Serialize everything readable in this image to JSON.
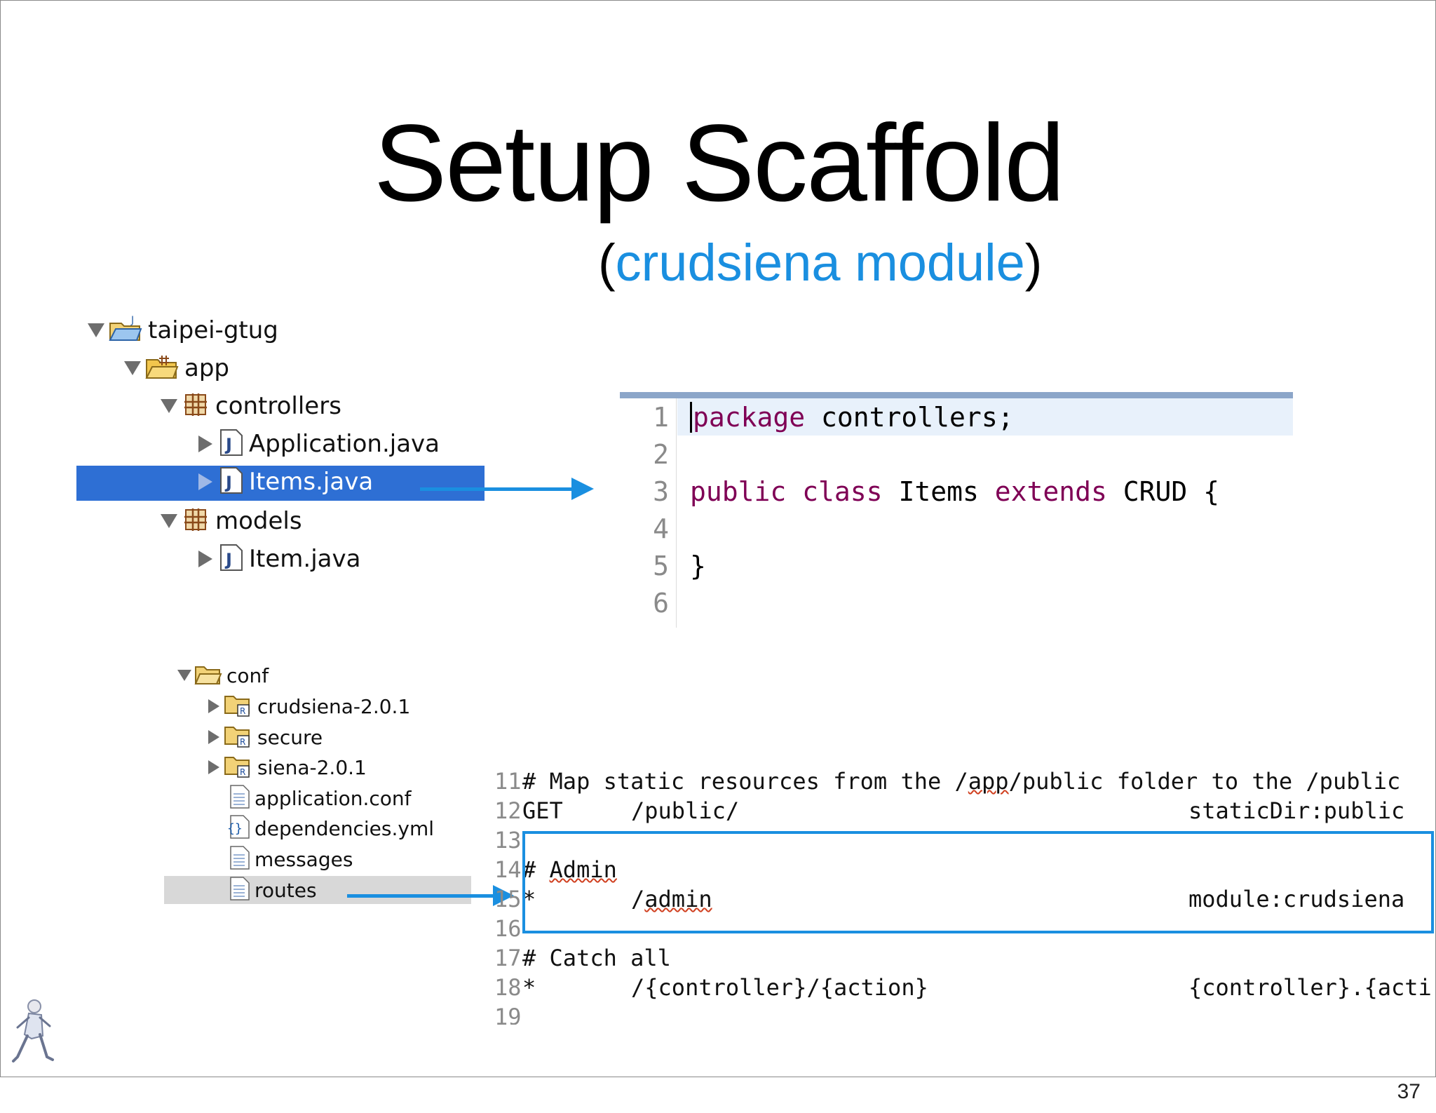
{
  "slide": {
    "title": "Setup Scaffold",
    "subtitle_open": "(",
    "subtitle_accent": "crudsiena module",
    "subtitle_close": ")",
    "page_number": "37",
    "accent_color": "#1a8fe0"
  },
  "project_tree": {
    "items": [
      {
        "label": "taipei-gtug",
        "icon": "project-folder-icon"
      },
      {
        "label": "app",
        "icon": "source-folder-icon"
      },
      {
        "label": "controllers",
        "icon": "package-icon"
      },
      {
        "label": "Application.java",
        "icon": "java-file-icon"
      },
      {
        "label": "Items.java",
        "icon": "java-file-icon",
        "selected": true
      },
      {
        "label": "models",
        "icon": "package-icon"
      },
      {
        "label": "Item.java",
        "icon": "java-file-icon"
      }
    ]
  },
  "conf_tree": {
    "items": [
      {
        "label": "conf",
        "icon": "folder-icon"
      },
      {
        "label": "crudsiena-2.0.1",
        "icon": "linked-folder-icon"
      },
      {
        "label": "secure",
        "icon": "linked-folder-icon"
      },
      {
        "label": "siena-2.0.1",
        "icon": "linked-folder-icon"
      },
      {
        "label": "application.conf",
        "icon": "text-file-icon"
      },
      {
        "label": "dependencies.yml",
        "icon": "yaml-file-icon"
      },
      {
        "label": "messages",
        "icon": "text-file-icon"
      },
      {
        "label": "routes",
        "icon": "text-file-icon",
        "selected": true
      }
    ]
  },
  "java_editor": {
    "lines": [
      {
        "num": "1",
        "kw1": "package",
        "rest": " controllers;"
      },
      {
        "num": "2"
      },
      {
        "num": "3",
        "kw1": "public",
        "kw2": "class",
        "mid": " Items ",
        "kw3": "extends",
        "rest": " CRUD {"
      },
      {
        "num": "4"
      },
      {
        "num": "5",
        "rest": "}"
      },
      {
        "num": "6"
      }
    ]
  },
  "routes_editor": {
    "lines": [
      {
        "num": "11",
        "text": "# Map static resources from the /",
        "squig": "app",
        "text2": "/public folder to the /public"
      },
      {
        "num": "12",
        "c1": "GET",
        "c2": "/public/",
        "c3": "staticDir:public"
      },
      {
        "num": "13"
      },
      {
        "num": "14",
        "pre": "# ",
        "squig": "Admin"
      },
      {
        "num": "15",
        "c1": "*",
        "c2pre": "/",
        "squig": "admin",
        "c3": "module:crudsiena"
      },
      {
        "num": "16"
      },
      {
        "num": "17",
        "text": "# Catch all"
      },
      {
        "num": "18",
        "c1": "*",
        "c2": "/{controller}/{action}",
        "c3": "{controller}.{acti"
      },
      {
        "num": "19"
      }
    ]
  }
}
